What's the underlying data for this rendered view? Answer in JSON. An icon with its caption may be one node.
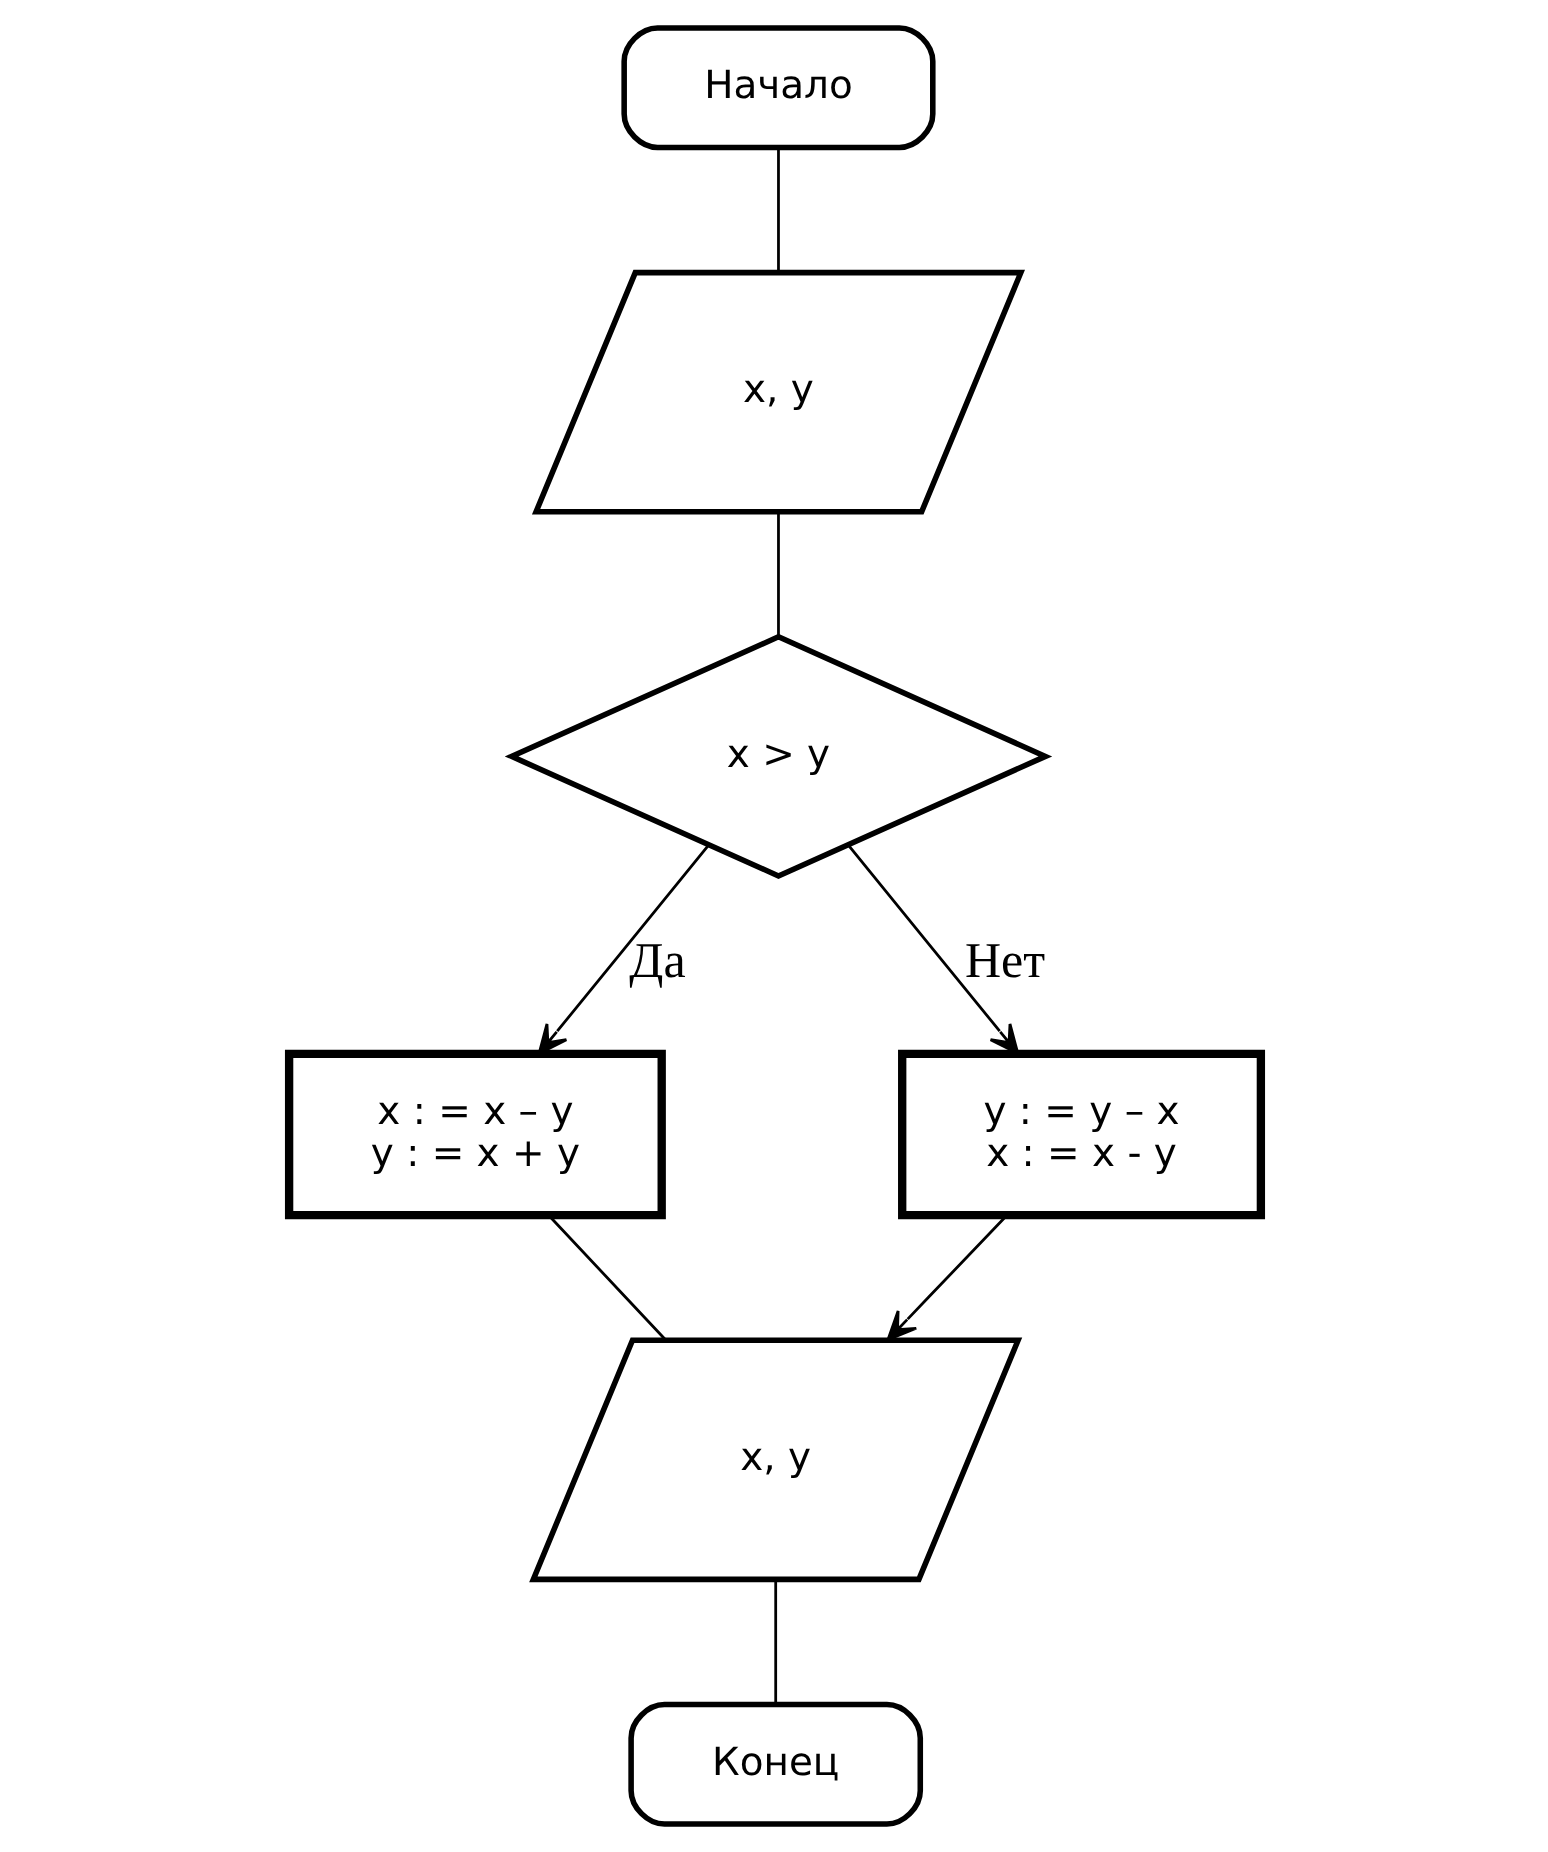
{
  "diagram": {
    "nodes": [
      {
        "text": [
          "Начало"
        ]
      },
      {
        "text": [
          "x, y"
        ]
      },
      {
        "text": [
          "x > y"
        ]
      },
      {
        "text": [
          "x : = x – y",
          "y : = x + y"
        ]
      },
      {
        "text": [
          "y : = y – x",
          "x : = x - y"
        ]
      },
      {
        "text": [
          "x, y"
        ]
      },
      {
        "text": [
          "Конец"
        ]
      }
    ],
    "edges": [
      {
        "from": 0,
        "to": 1,
        "arrow": "none"
      },
      {
        "from": 1,
        "to": 2,
        "arrow": "none"
      },
      {
        "from": 2,
        "to": 3,
        "arrow": "to",
        "label": "Да"
      },
      {
        "from": 2,
        "to": 4,
        "arrow": "to",
        "label": "Нет"
      },
      {
        "from": 3,
        "to": 5,
        "arrow": "none"
      },
      {
        "from": 4,
        "to": 5,
        "arrow": "to"
      },
      {
        "from": 5,
        "to": 6,
        "arrow": "none"
      }
    ]
  }
}
